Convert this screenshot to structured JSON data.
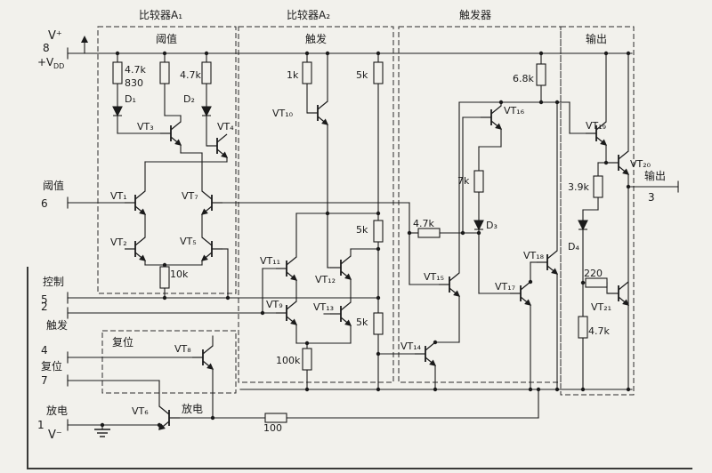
{
  "colors": {
    "paper": "#f2f1ec",
    "ink": "#1b1b1b"
  },
  "sections": {
    "comparator_a1": "比较器A₁",
    "comparator_a2": "比较器A₂",
    "flip_flop": "触发器",
    "output": "输出"
  },
  "region_labels": {
    "threshold": "阈值",
    "trigger": "触发",
    "reset": "复位",
    "discharge_node": "放电"
  },
  "pins": {
    "v_plus": "V⁺",
    "pin8": "8",
    "vdd_base": "+V",
    "vdd_sub": "DD",
    "threshold": "阈值",
    "pin6": "6",
    "control": "控制",
    "pin5": "5",
    "pin2": "2",
    "trigger": "触发",
    "pin4": "4",
    "reset": "复位",
    "pin7": "7",
    "discharge": "放电",
    "pin1": "1",
    "v_minus": "V⁻",
    "output": "输出",
    "pin3": "3"
  },
  "resistors": {
    "r_4k7_a": "4.7k",
    "r_830": "830",
    "r_4k7_b": "4.7k",
    "r_10k": "10k",
    "r_1k": "1k",
    "r_5k_a": "5k",
    "r_5k_b": "5k",
    "r_5k_c": "5k",
    "r_100k": "100k",
    "r_100": "100",
    "r_6k8": "6.8k",
    "r_7k": "7k",
    "r_4k7_c": "4.7k",
    "r_3k9": "3.9k",
    "r_220": "220",
    "r_4k7_d": "4.7k"
  },
  "transistors": {
    "vt1": "VT₁",
    "vt2": "VT₂",
    "vt3": "VT₃",
    "vt4": "VT₄",
    "vt5": "VT₅",
    "vt6": "VT₆",
    "vt7": "VT₇",
    "vt8": "VT₈",
    "vt9": "VT₉",
    "vt10": "VT₁₀",
    "vt11": "VT₁₁",
    "vt12": "VT₁₂",
    "vt13": "VT₁₃",
    "vt14": "VT₁₄",
    "vt15": "VT₁₅",
    "vt16": "VT₁₆",
    "vt17": "VT₁₇",
    "vt18": "VT₁₈",
    "vt19": "VT₁₉",
    "vt20": "VT₂₀",
    "vt21": "VT₂₁"
  },
  "diodes": {
    "d1": "D₁",
    "d2": "D₂",
    "d3": "D₃",
    "d4": "D₄"
  }
}
